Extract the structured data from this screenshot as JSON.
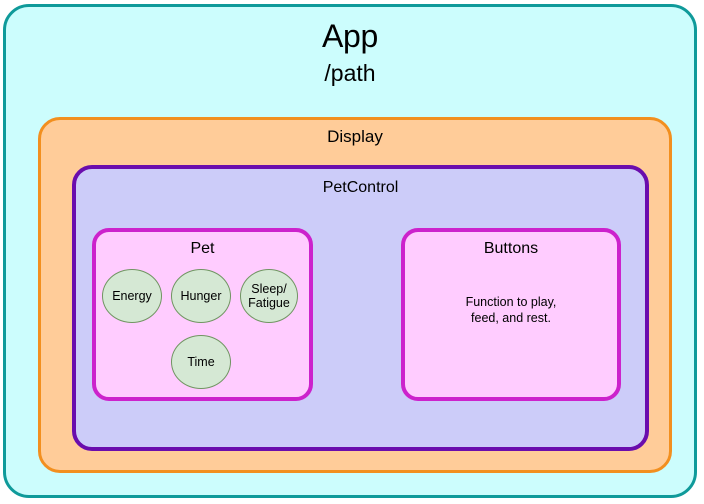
{
  "diagram": {
    "type": "nested-containment-block-diagram",
    "app": {
      "label": "App",
      "path": "/path",
      "fill": "#ccfdfd",
      "stroke": "#0f9a9a"
    },
    "display": {
      "label": "Display",
      "fill": "#ffcc99",
      "stroke": "#f28f1f"
    },
    "petcontrol": {
      "label": "PetControl",
      "fill": "#ccccf9",
      "stroke": "#6a0dad"
    },
    "pet": {
      "label": "Pet",
      "fill": "#ffccff",
      "stroke": "#cc22cc",
      "attributes": [
        {
          "label": "Energy"
        },
        {
          "label": "Hunger"
        },
        {
          "label": "Sleep/\nFatigue"
        },
        {
          "label": "Time"
        }
      ],
      "attribute_fill": "#d5e8d4",
      "attribute_stroke": "#709562"
    },
    "buttons": {
      "label": "Buttons",
      "description": "Function to play,\nfeed, and rest.",
      "fill": "#ffccff",
      "stroke": "#cc22cc"
    }
  }
}
